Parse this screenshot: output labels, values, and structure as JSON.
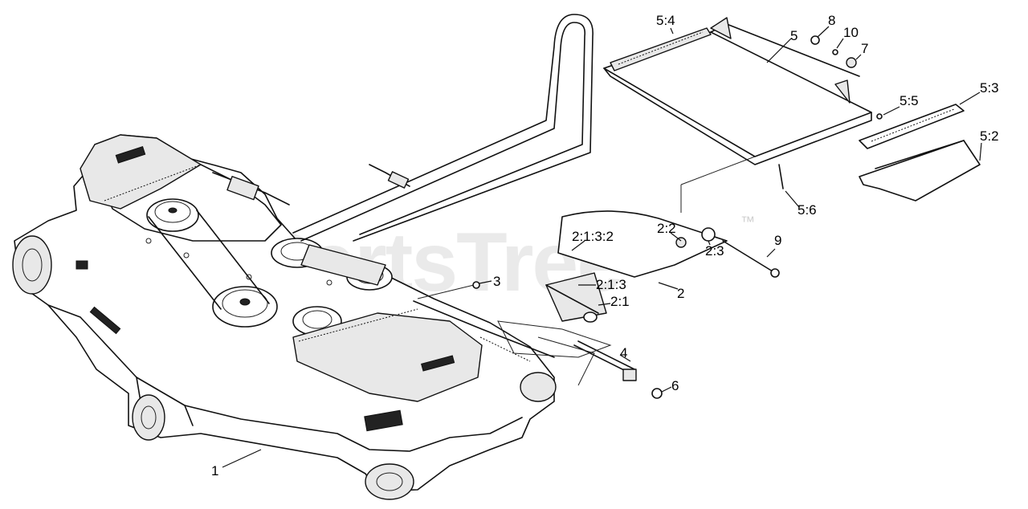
{
  "watermark": {
    "text": "PartsTree",
    "mark": "™"
  },
  "callouts": [
    {
      "id": "c1",
      "text": "1"
    },
    {
      "id": "c2",
      "text": "2"
    },
    {
      "id": "c211",
      "text": "2:1"
    },
    {
      "id": "c213",
      "text": "2:1:3"
    },
    {
      "id": "c2132",
      "text": "2:1:3:2"
    },
    {
      "id": "c22",
      "text": "2:2"
    },
    {
      "id": "c23",
      "text": "2:3"
    },
    {
      "id": "c3",
      "text": "3"
    },
    {
      "id": "c4",
      "text": "4"
    },
    {
      "id": "c5",
      "text": "5"
    },
    {
      "id": "c52",
      "text": "5:2"
    },
    {
      "id": "c53",
      "text": "5:3"
    },
    {
      "id": "c54",
      "text": "5:4"
    },
    {
      "id": "c55",
      "text": "5:5"
    },
    {
      "id": "c56",
      "text": "5:6"
    },
    {
      "id": "c6",
      "text": "6"
    },
    {
      "id": "c7",
      "text": "7"
    },
    {
      "id": "c8",
      "text": "8"
    },
    {
      "id": "c9",
      "text": "9"
    },
    {
      "id": "c10",
      "text": "10"
    }
  ]
}
